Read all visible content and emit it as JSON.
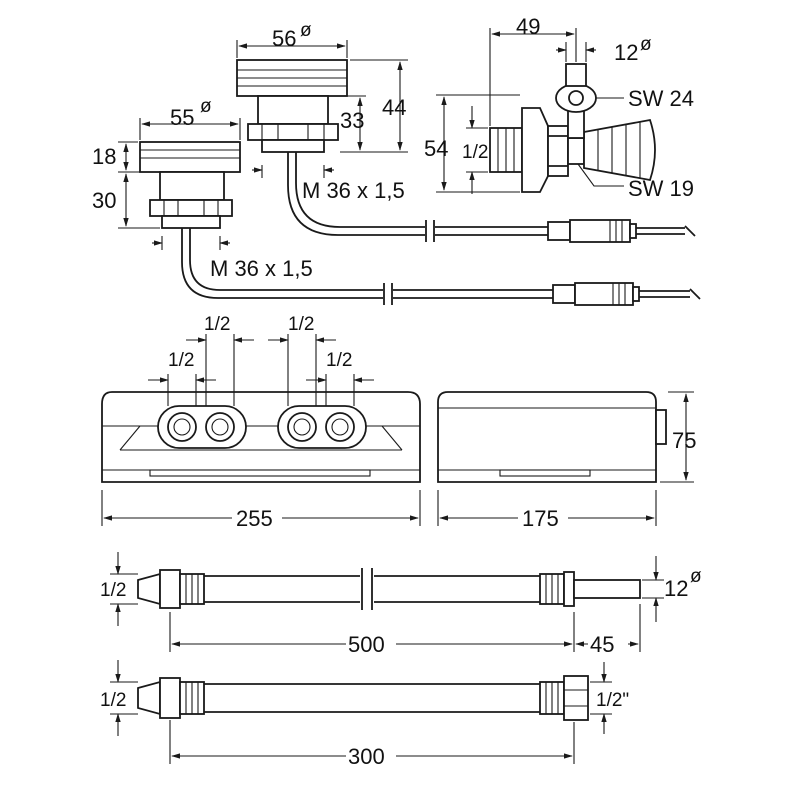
{
  "labels": {
    "d56": "56",
    "d55": "55",
    "diam": "ø",
    "h44": "44",
    "h33": "33",
    "h18": "18",
    "h30": "30",
    "thread_top": "M 36 x 1,5",
    "thread_bottom": "M 36 x 1,5",
    "w49": "49",
    "d12_valve": "12",
    "sw24": "SW 24",
    "sw19": "SW 19",
    "h54": "54",
    "half_valve": "1/2",
    "half_box_1": "1/2",
    "half_box_2": "1/2",
    "half_box_3": "1/2",
    "half_box_4": "1/2",
    "w255": "255",
    "w175": "175",
    "h75": "75",
    "hose1_half": "1/2",
    "hose1_len": "500",
    "hose1_end": "45",
    "hose1_d12": "12",
    "hose2_half": "1/2",
    "hose2_len": "300",
    "hose2_end": "1/2\""
  }
}
